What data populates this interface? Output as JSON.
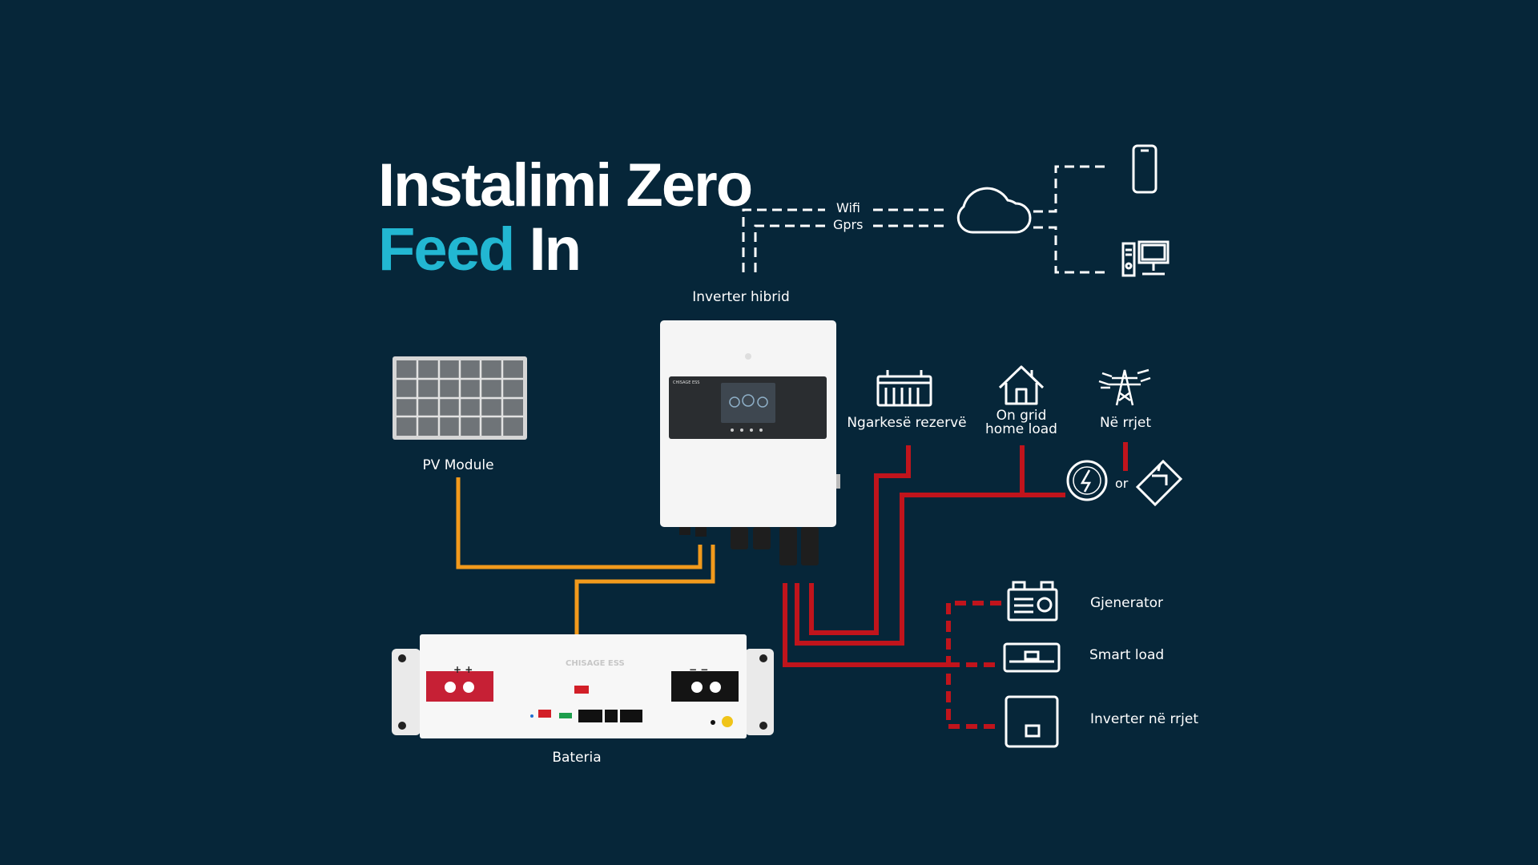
{
  "title": {
    "line1": "Instalimi Zero",
    "line2_accent": "Feed",
    "line2_rest": "In"
  },
  "comm": {
    "wifi": "Wifi",
    "gprs": "Gprs"
  },
  "devices": {
    "inverter": "Inverter hibrid",
    "pv": "PV Module",
    "battery": "Bateria",
    "backup": "Ngarkesë rezervë",
    "home_line1": "On grid",
    "home_line2": "home load",
    "grid": "Në rrjet",
    "or": "or",
    "generator": "Gjenerator",
    "smart_load": "Smart load",
    "grid_inverter": "Inverter në rrjet"
  },
  "battery_brand": "CHISAGE ESS",
  "inverter_brand": "CHISAGE ESS",
  "colors": {
    "background": "#062639",
    "accent": "#22b7d2",
    "ac_line": "#c0141c",
    "dc_line": "#f29a1c"
  }
}
